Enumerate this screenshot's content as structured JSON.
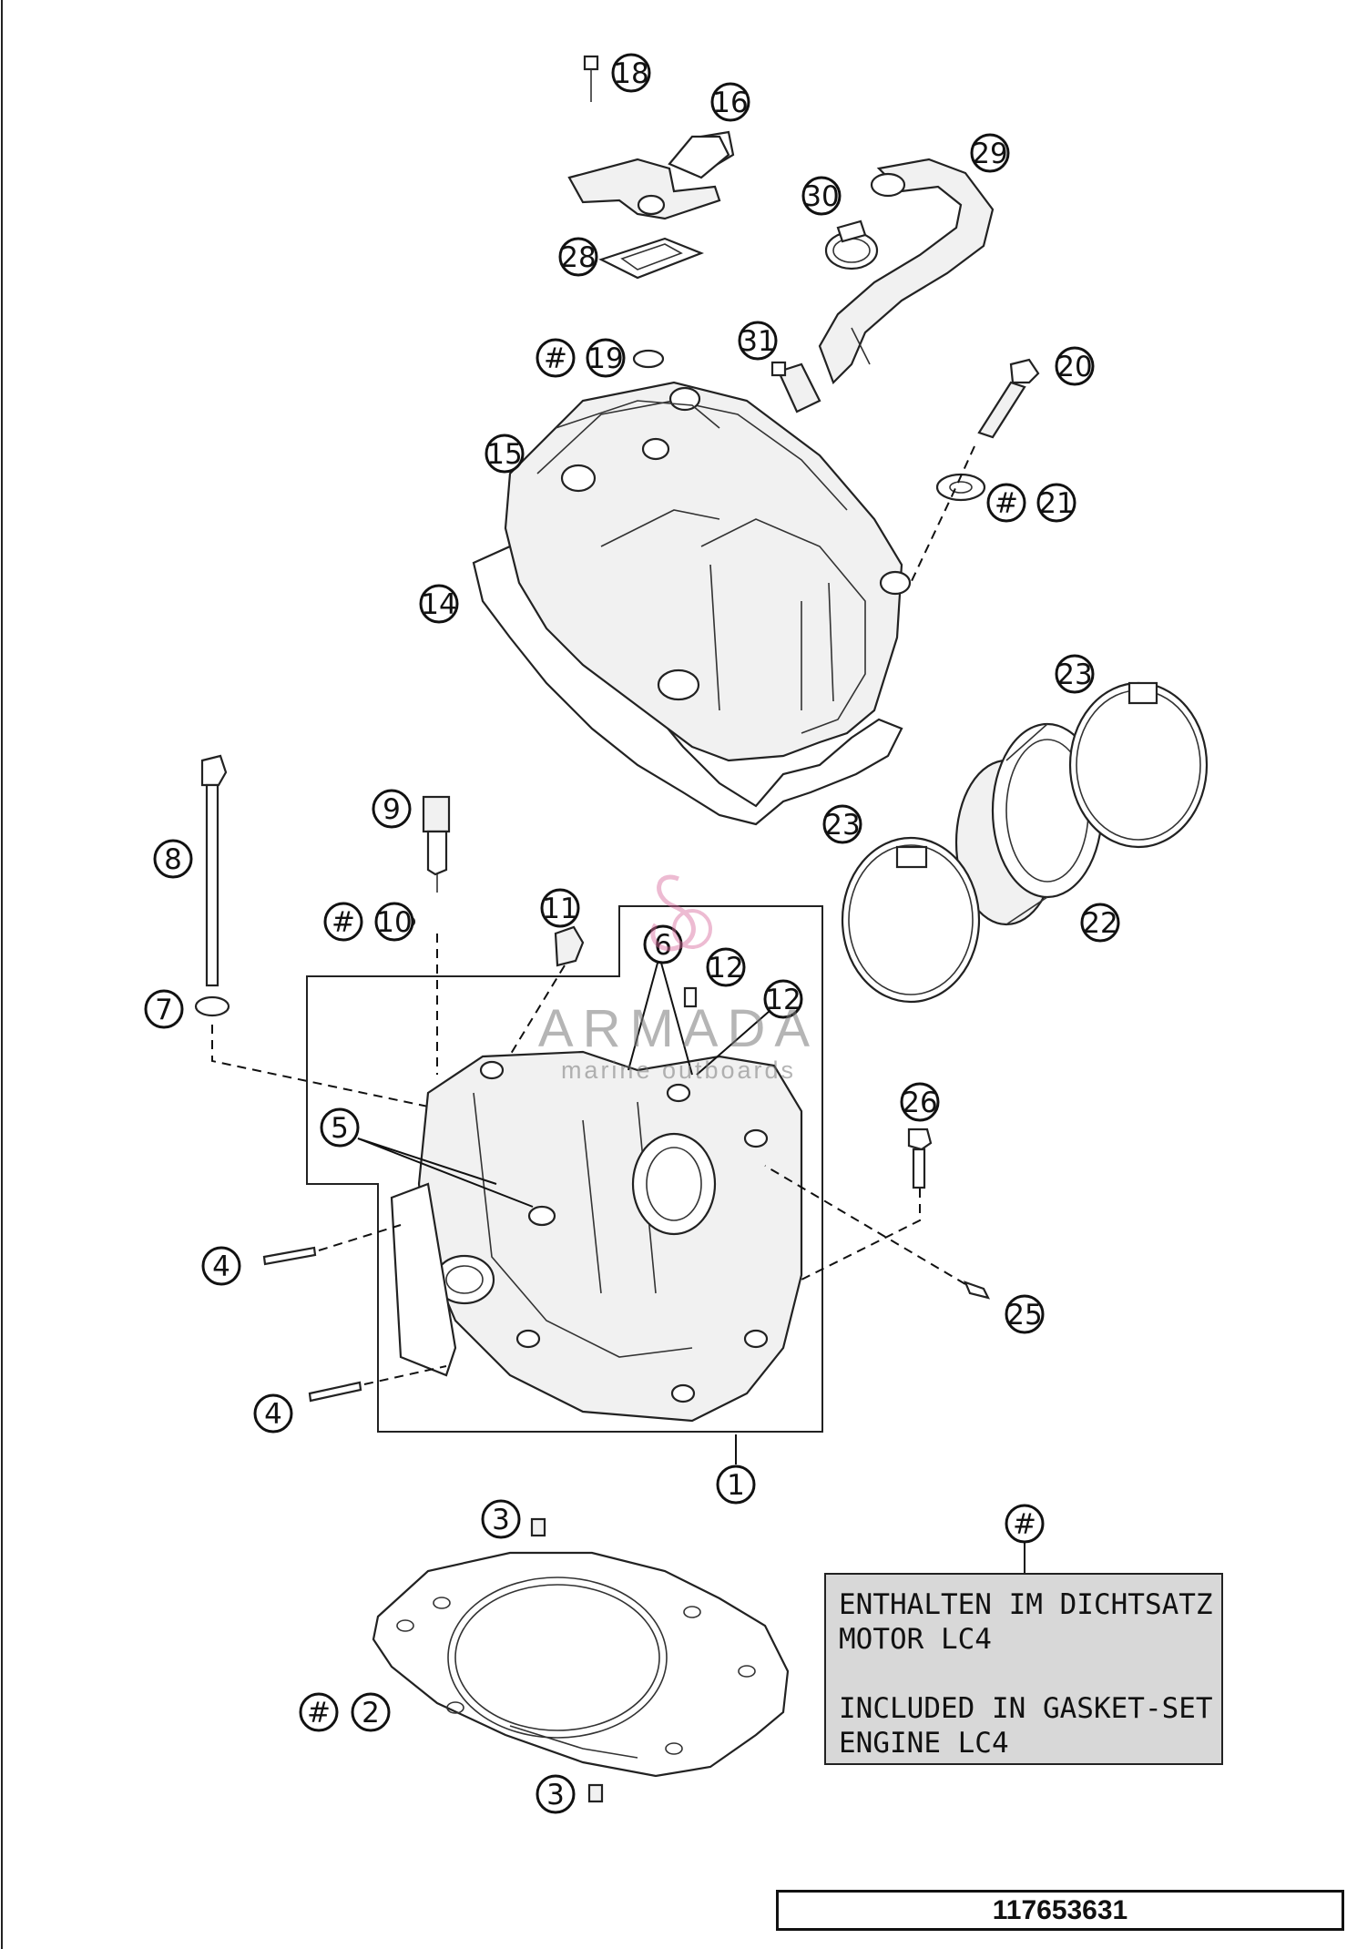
{
  "diagram": {
    "callouts": [
      "18",
      "16",
      "29",
      "30",
      "28",
      "#",
      "19",
      "31",
      "20",
      "15",
      "#",
      "21",
      "14",
      "23",
      "9",
      "8",
      "23",
      "#",
      "10",
      "11",
      "6",
      "12",
      "12",
      "22",
      "7",
      "26",
      "5",
      "4",
      "25",
      "4",
      "1",
      "3",
      "#",
      "#",
      "2",
      "3"
    ]
  },
  "watermark": {
    "name": "ARMADA",
    "subtitle": "marine outboards"
  },
  "note": {
    "line1": "ENTHALTEN IM DICHTSATZ",
    "line2": "MOTOR LC4",
    "line3": "INCLUDED IN GASKET-SET",
    "line4": "ENGINE LC4"
  },
  "reference_number": "117653631"
}
